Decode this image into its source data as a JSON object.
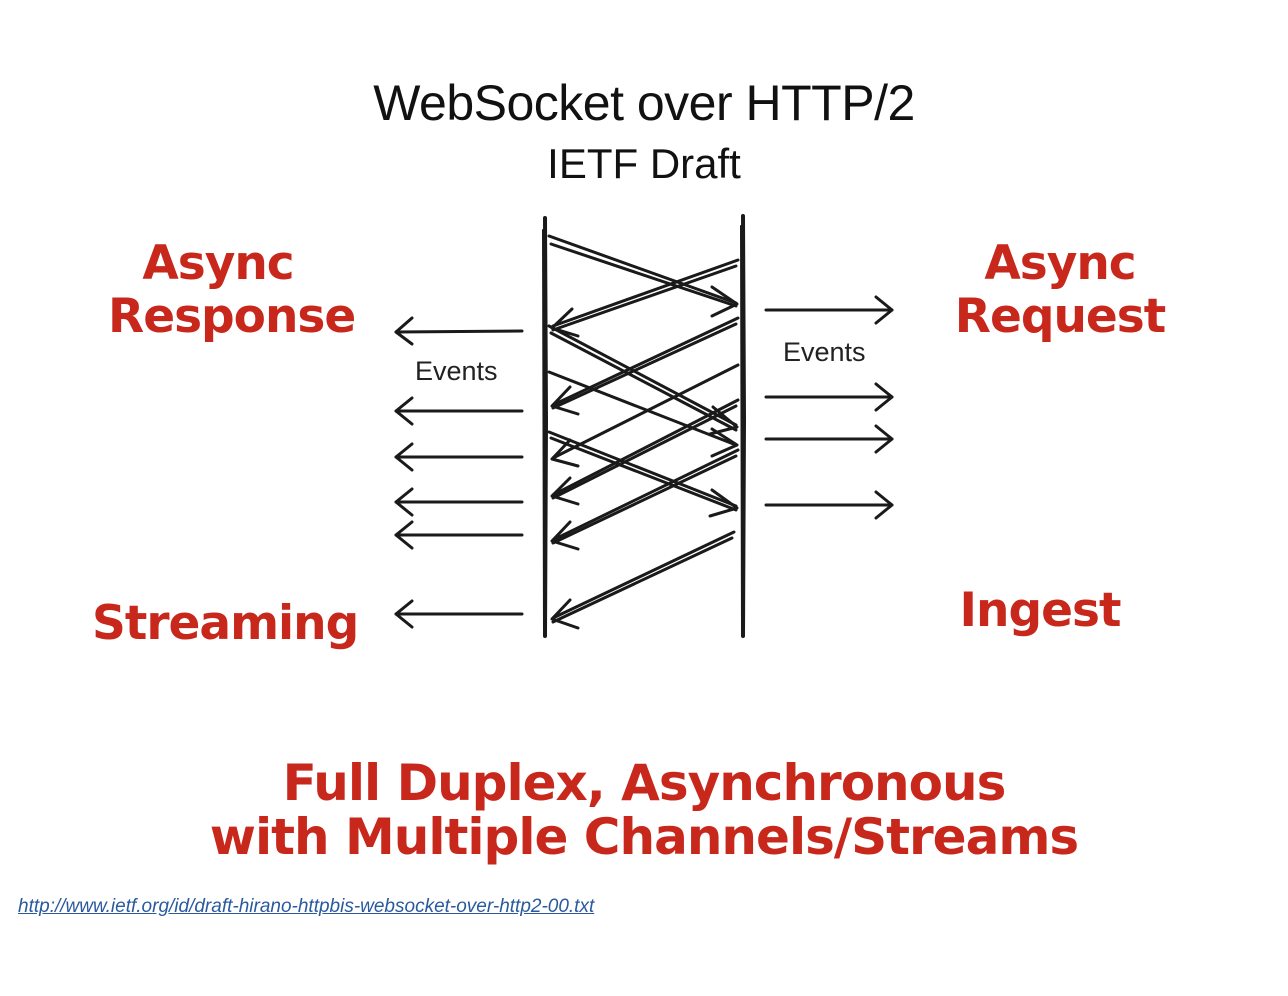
{
  "title": "WebSocket over HTTP/2",
  "subtitle": "IETF Draft",
  "labels": {
    "async_response": "Async\nResponse",
    "async_request": "Async\nRequest",
    "streaming": "Streaming",
    "ingest": "Ingest"
  },
  "events_left": "Events",
  "events_right": "Events",
  "tagline": {
    "line1": "Full Duplex, Asynchronous",
    "line2": "with Multiple Channels/Streams"
  },
  "footer_link": "http://www.ietf.org/id/draft-hirano-httpbis-websocket-over-http2-00.txt",
  "colors": {
    "accent_red": "#c8281c",
    "ink": "#1a1a1a",
    "link": "#2a5a9e"
  }
}
